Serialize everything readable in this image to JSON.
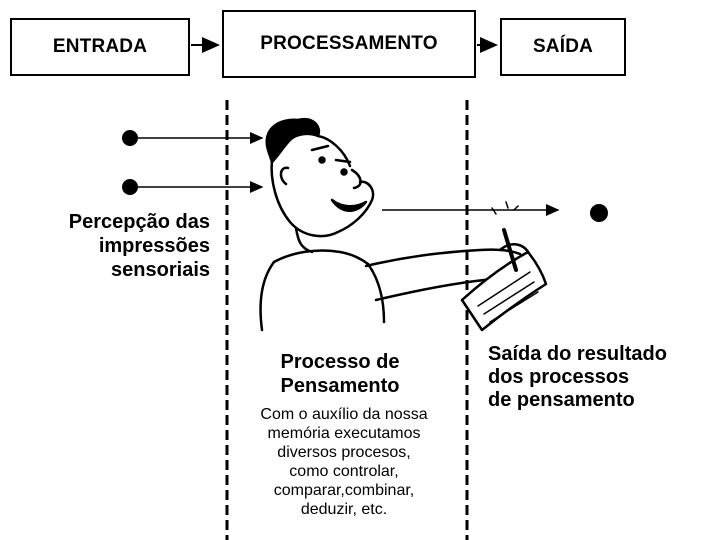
{
  "boxes": {
    "entrada": "ENTRADA",
    "processamento": "PROCESSAMENTO",
    "saida": "SAÍDA"
  },
  "input_label": [
    "Percepção das",
    "impressões",
    "sensoriais"
  ],
  "process_title": [
    "Processo de",
    "Pensamento"
  ],
  "process_description": [
    "Com o auxílio da nossa",
    "memória executamos",
    "diversos procesos,",
    "como controlar,",
    "comparar,combinar,",
    "deduzir, etc."
  ],
  "output_label": [
    "Saída do resultado",
    "dos processos",
    "de pensamento"
  ],
  "icons": [
    "thinking-man-figure"
  ]
}
